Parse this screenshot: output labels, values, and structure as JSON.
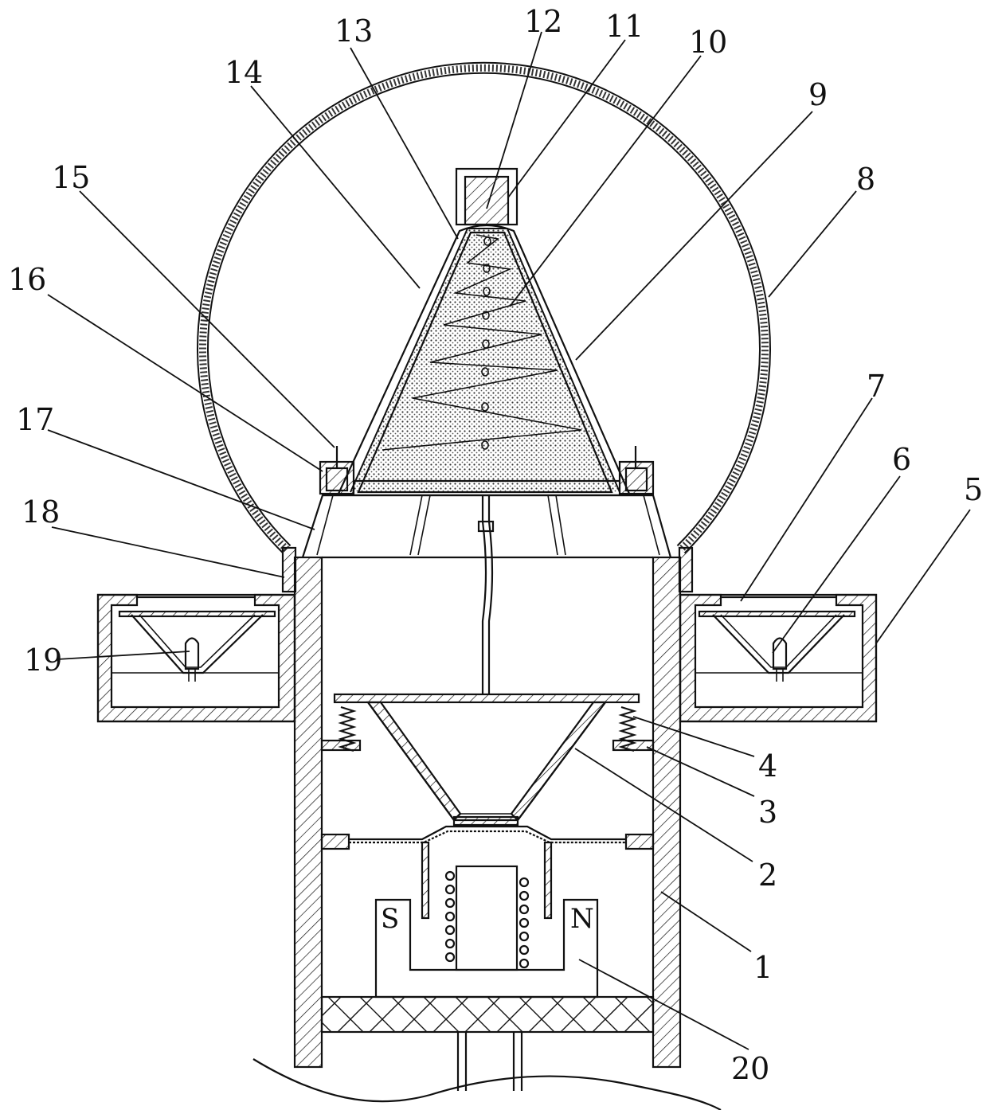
{
  "figure": {
    "part_labels": [
      {
        "id": "1",
        "text": "1"
      },
      {
        "id": "2",
        "text": "2"
      },
      {
        "id": "3",
        "text": "3"
      },
      {
        "id": "4",
        "text": "4"
      },
      {
        "id": "5",
        "text": "5"
      },
      {
        "id": "6",
        "text": "6"
      },
      {
        "id": "7",
        "text": "7"
      },
      {
        "id": "8",
        "text": "8"
      },
      {
        "id": "9",
        "text": "9"
      },
      {
        "id": "10",
        "text": "10"
      },
      {
        "id": "11",
        "text": "11"
      },
      {
        "id": "12",
        "text": "12"
      },
      {
        "id": "13",
        "text": "13"
      },
      {
        "id": "14",
        "text": "14"
      },
      {
        "id": "15",
        "text": "15"
      },
      {
        "id": "16",
        "text": "16"
      },
      {
        "id": "17",
        "text": "17"
      },
      {
        "id": "18",
        "text": "18"
      },
      {
        "id": "19",
        "text": "19"
      },
      {
        "id": "20",
        "text": "20"
      }
    ],
    "magnet_poles": {
      "south": "S",
      "north": "N"
    }
  }
}
